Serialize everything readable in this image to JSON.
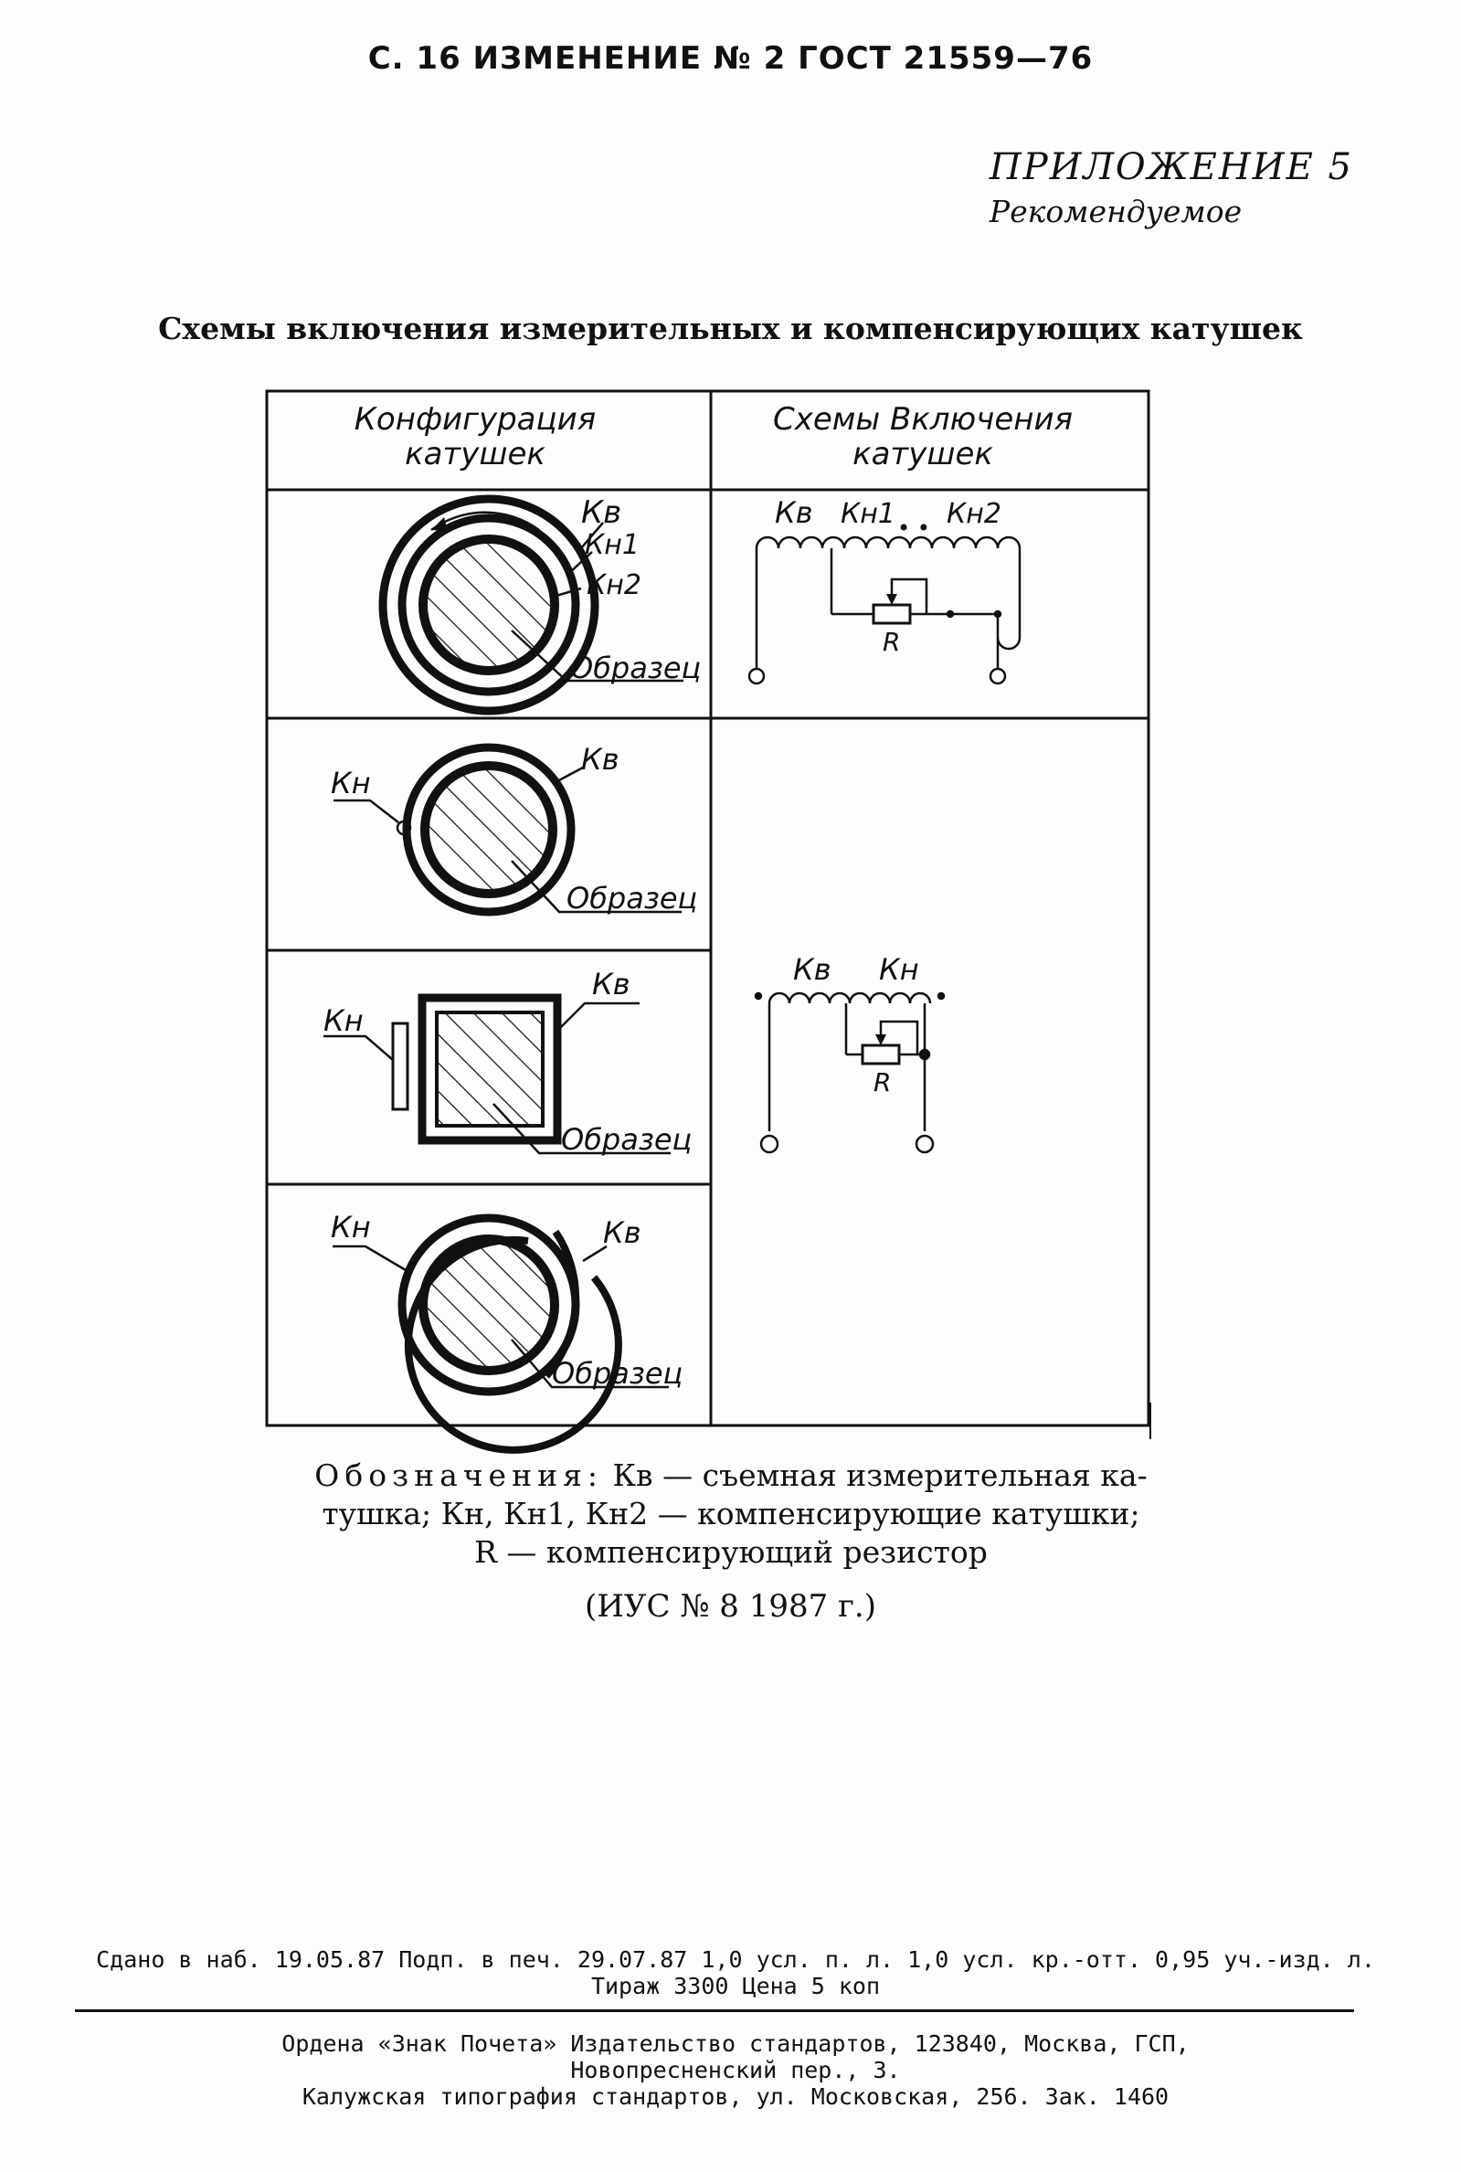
{
  "header": {
    "text": "С. 16 ИЗМЕНЕНИЕ № 2 ГОСТ 21559—76"
  },
  "appendix": {
    "title": "ПРИЛОЖЕНИЕ 5",
    "subtitle": "Рекомендуемое"
  },
  "title": "Схемы включения измерительных и компенсирующих катушек",
  "table": {
    "col1_header": [
      "Конфигурация",
      "катушек"
    ],
    "col2_header": [
      "Схемы Включения",
      "катушек"
    ],
    "labels": {
      "kv": "Кв",
      "kn": "Кн",
      "kn1": "Кн1",
      "kn2": "Кн2",
      "dots": "• •",
      "sample": "Образец",
      "r": "R"
    }
  },
  "legend": {
    "line1_prefix": "Обозначения:",
    "line1_rest": "Кв — съемная измерительная ка-",
    "line2": "тушка; Кн, Кн1, Кн2 — компенсирующие катушки;",
    "line3": "R — компенсирующий резистор"
  },
  "issue": "(ИУС № 8 1987 г.)",
  "imprint": {
    "line1": "Сдано в наб. 19.05.87 Подп. в печ. 29.07.87 1,0 усл. п. л. 1,0 усл. кр.-отт. 0,95 уч.-изд. л.",
    "line2": "Тираж 3300 Цена 5 коп",
    "line3": "Ордена «Знак Почета» Издательство стандартов, 123840, Москва, ГСП,",
    "line4": "Новопресненский пер., 3.",
    "line5": "Калужская типография стандартов, ул. Московская, 256. Зак. 1460"
  }
}
